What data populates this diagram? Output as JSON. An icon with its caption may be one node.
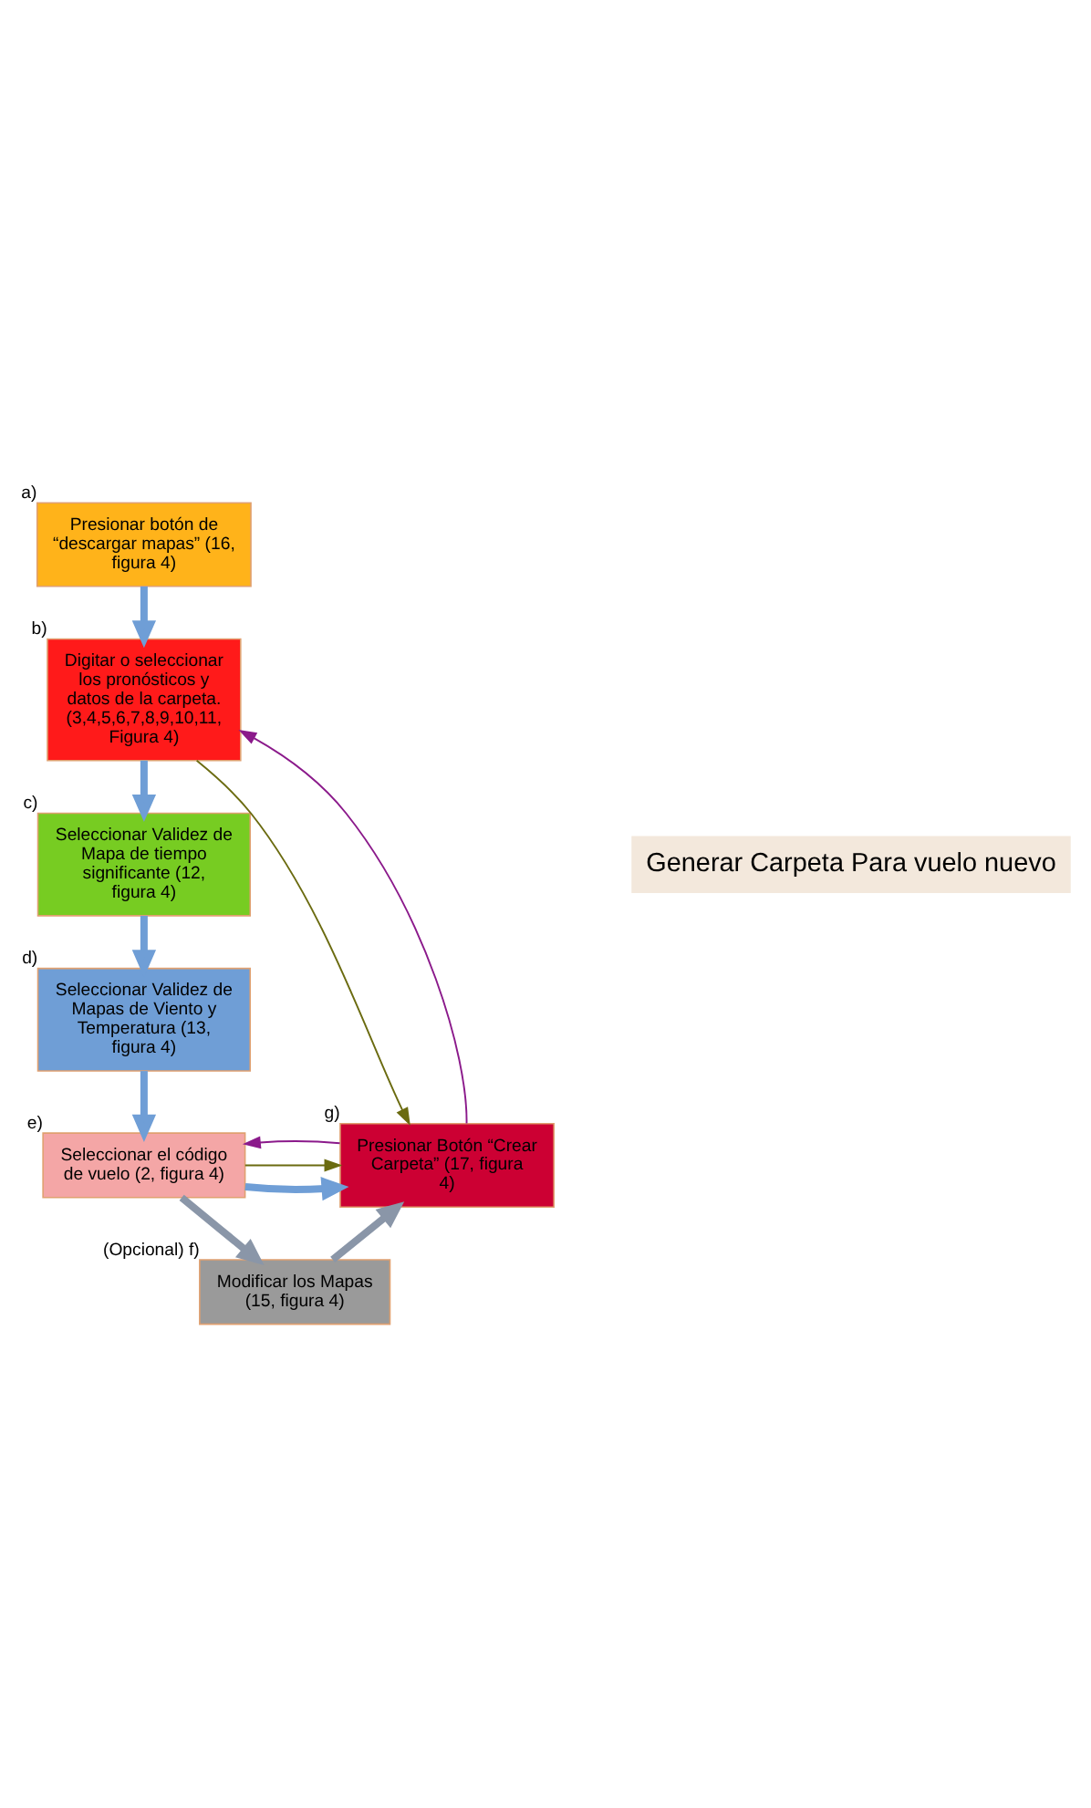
{
  "diagram": {
    "nodes": [
      {
        "text": [
          "Presionar botón de “descargar mapas” (16, figura 4)"
        ],
        "beside": [
          "a)"
        ]
      },
      {
        "text": [
          "Digitar o seleccionar los pronósticos y datos de la carpeta. (3,4,5,6,7,8,9,10,11, Figura 4)"
        ],
        "beside": [
          "b)"
        ]
      },
      {
        "text": [
          "Seleccionar Validez de Mapa de tiempo significante (12, figura 4)"
        ],
        "beside": [
          "c)"
        ]
      },
      {
        "text": [
          "Seleccionar Validez de Mapas de Viento y Temperatura (13, figura 4)"
        ],
        "beside": [
          "d)"
        ]
      },
      {
        "text": [
          "Seleccionar el código de vuelo (2, figura 4)"
        ],
        "beside": [
          "e)"
        ]
      },
      {
        "text": [
          "Modificar los Mapas (15, figura 4)"
        ],
        "beside": [
          "(Opcional)",
          "f)"
        ]
      },
      {
        "text": [
          "Presionar Botón “Crear Carpeta” (17, figura 4)"
        ],
        "beside": [
          "g)"
        ]
      }
    ],
    "edges": [
      {
        "from": 0,
        "to": 1,
        "arrow": "to"
      },
      {
        "from": 1,
        "to": 2,
        "arrow": "to"
      },
      {
        "from": 2,
        "to": 3,
        "arrow": "to"
      },
      {
        "from": 3,
        "to": 4,
        "arrow": "to"
      },
      {
        "from": 4,
        "to": 6,
        "arrow": "to"
      },
      {
        "from": 4,
        "to": 6,
        "arrow": "to",
        "color": "#6b6b10"
      },
      {
        "from": 6,
        "to": 4,
        "arrow": "to",
        "color": "#8b1a8b"
      },
      {
        "from": 4,
        "to": 5,
        "arrow": "to",
        "color": "#8a96a8"
      },
      {
        "from": 5,
        "to": 6,
        "arrow": "to",
        "color": "#8a96a8"
      },
      {
        "from": 1,
        "to": 6,
        "arrow": "to",
        "color": "#6b6b10"
      },
      {
        "from": 6,
        "to": 1,
        "arrow": "to",
        "color": "#8b1a8b"
      }
    ],
    "labels": [
      "Generar Carpeta Para vuelo nuevo"
    ]
  }
}
